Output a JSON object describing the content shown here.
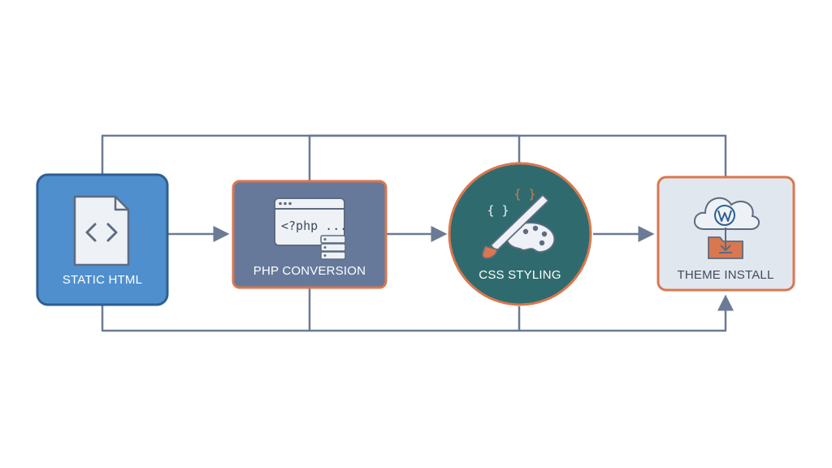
{
  "diagram": {
    "colors": {
      "connector": "#6b7b95",
      "accent_orange": "#d9774f",
      "static_html_fill": "#4f8fcd",
      "static_html_border": "#2e5f91",
      "php_fill": "#66799b",
      "css_fill": "#2f6b6e",
      "theme_fill": "#e1e7ee",
      "icon_paper": "#eef1f6",
      "icon_ink": "#5d6b80"
    },
    "nodes": [
      {
        "id": "static_html",
        "label": "STATIC HTML",
        "icon": "html-file-icon"
      },
      {
        "id": "php_conversion",
        "label": "PHP CONVERSION",
        "icon": "php-window-icon",
        "snippet": "<?php ..."
      },
      {
        "id": "css_styling",
        "label": "CSS STYLING",
        "icon": "brush-palette-icon",
        "snippet": "{ }"
      },
      {
        "id": "theme_install",
        "label": "THEME INSTALL",
        "icon": "wordpress-cloud-icon"
      }
    ]
  }
}
